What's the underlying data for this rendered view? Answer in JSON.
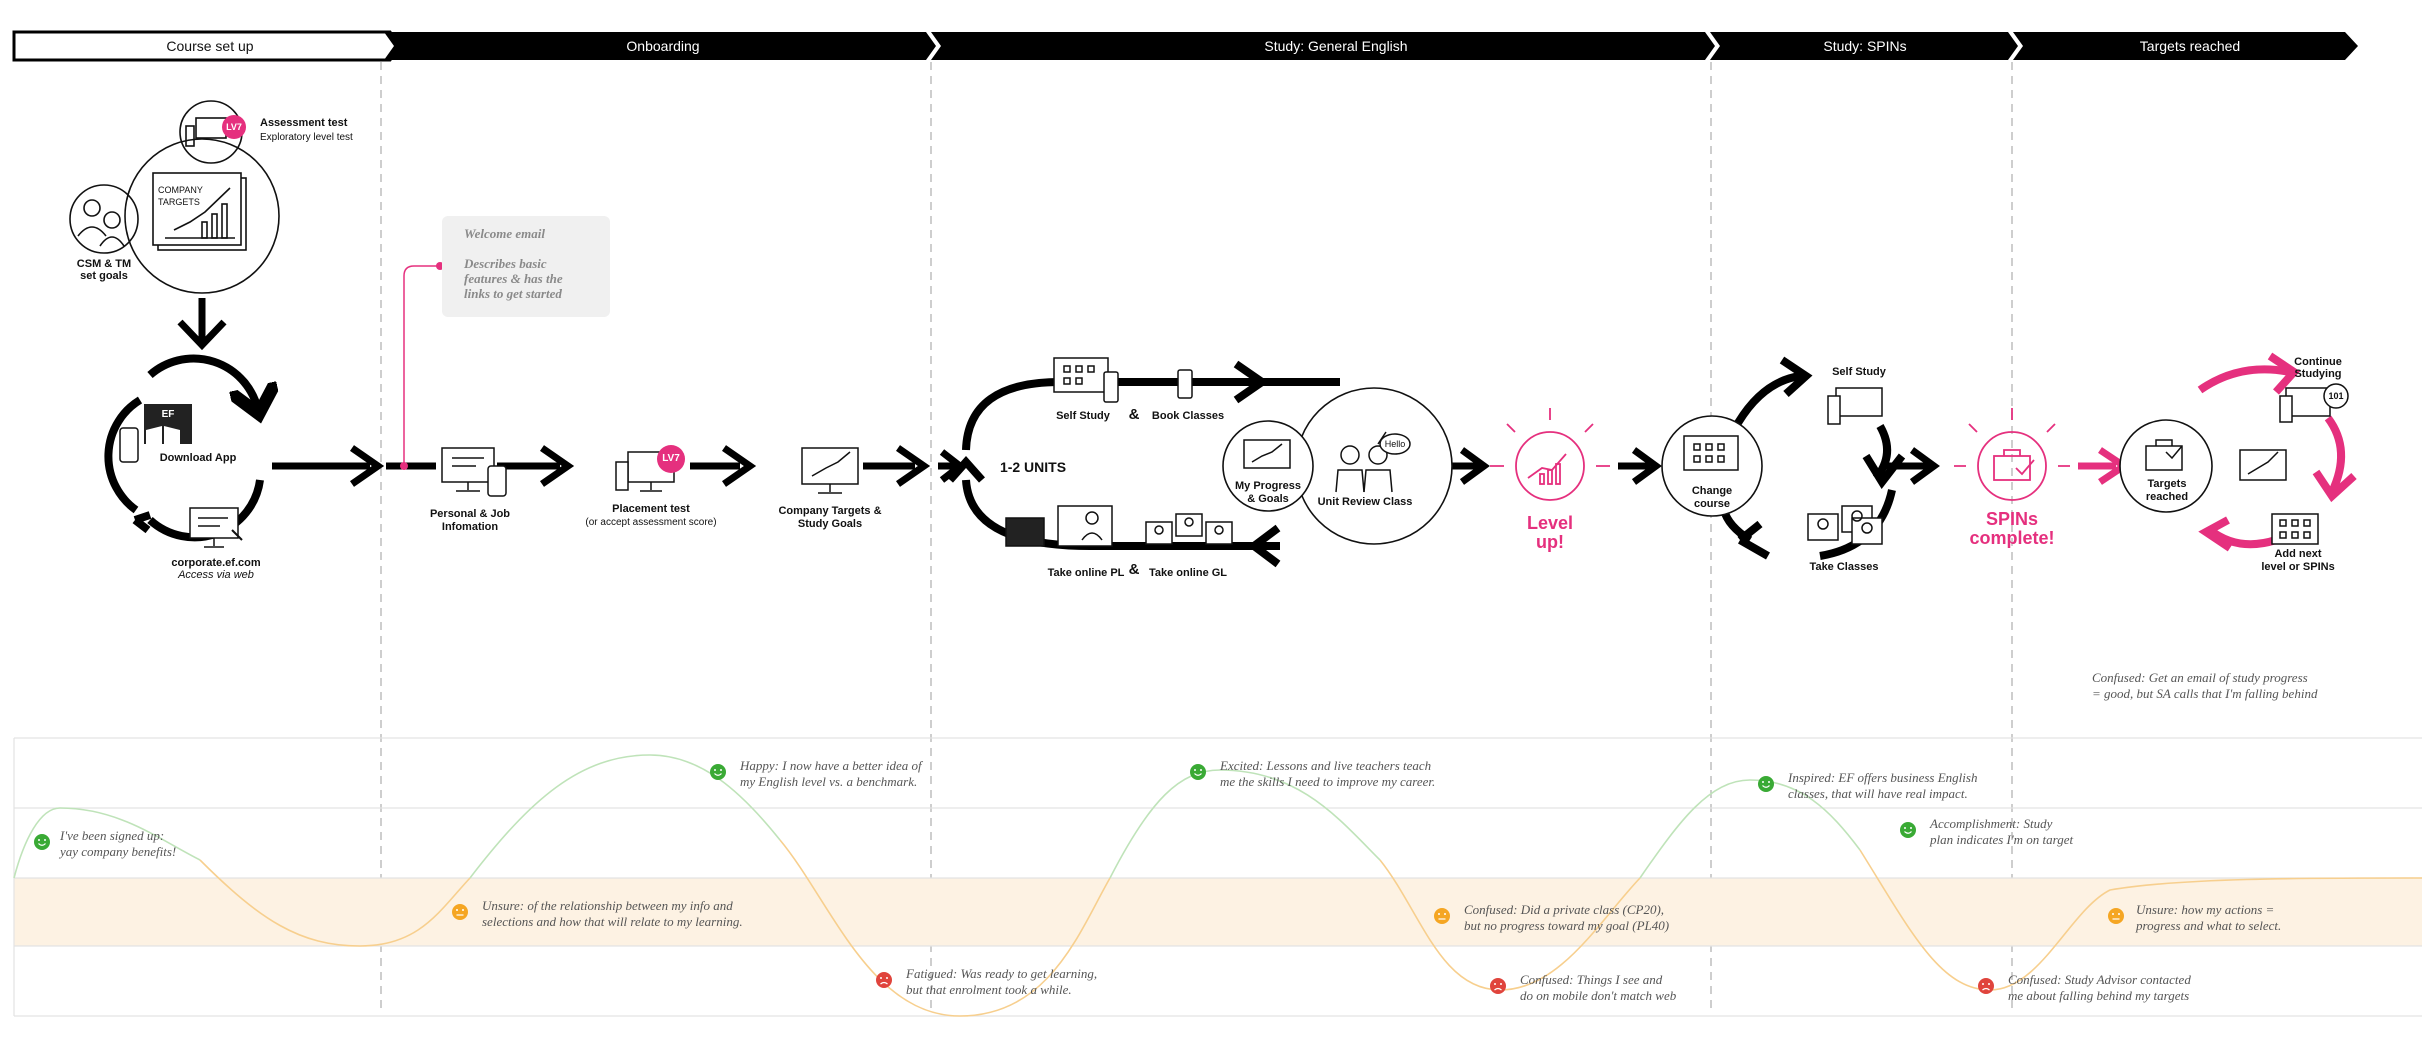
{
  "phases": [
    {
      "label": "Course set up"
    },
    {
      "label": "Onboarding"
    },
    {
      "label": "Study: General English"
    },
    {
      "label": "Study: SPINs"
    },
    {
      "label": "Targets reached"
    }
  ],
  "setup": {
    "assessment_title": "Assessment test",
    "assessment_sub": "Exploratory level test",
    "badge": "LV7",
    "company_targets_1": "COMPANY",
    "company_targets_2": "TARGETS",
    "csm_1": "CSM & TM",
    "csm_2": "set goals",
    "download_app": "Download App",
    "ef_logo": "EF",
    "corporate_url": "corporate.ef.com",
    "access_web": "Access via web"
  },
  "welcome": {
    "title": "Welcome email",
    "body_1": "Describes basic",
    "body_2": "features & has the",
    "body_3": "links to get started"
  },
  "onboarding": {
    "personal_1": "Personal & Job",
    "personal_2": "Infomation",
    "placement_1": "Placement test",
    "placement_2": "(or accept assessment score)",
    "badge": "LV7",
    "company_goals_1": "Company Targets &",
    "company_goals_2": "Study Goals"
  },
  "general_english": {
    "self_study": "Self Study",
    "amp": "&",
    "book_classes": "Book Classes",
    "units": "1-2 UNITS",
    "my_progress_1": "My Progress",
    "my_progress_2": "& Goals",
    "unit_review": "Unit Review Class",
    "hello": "Hello",
    "take_pl": "Take online PL",
    "take_gl": "Take online GL",
    "level_up_1": "Level",
    "level_up_2": "up!"
  },
  "spins": {
    "self_study": "Self Study",
    "change_1": "Change",
    "change_2": "course",
    "take_classes": "Take Classes",
    "complete_1": "SPINs",
    "complete_2": "complete!"
  },
  "targets": {
    "continue_1": "Continue",
    "continue_2": "Studying",
    "badge": "101",
    "targets_1": "Targets",
    "targets_2": "reached",
    "add_1": "Add next",
    "add_2": "level or SPINs"
  },
  "confused_top_1": "Confused:   Get an email of study progress",
  "confused_top_2": "= good, but SA calls that I'm falling behind",
  "emotions": [
    {
      "l1": "I've been signed up:",
      "l2": "yay company benefits!",
      "mood": "happy"
    },
    {
      "l1": "Unsure:   of the relationship between my info and",
      "l2": "selections and how that will relate to my learning.",
      "mood": "neutral"
    },
    {
      "l1": "Happy: I now have a better idea of",
      "l2": "my English level vs. a benchmark.",
      "mood": "happy"
    },
    {
      "l1": "Fatigued:  Was ready to get learning,",
      "l2": "but that enrolment took a while.",
      "mood": "sad"
    },
    {
      "l1": "Excited: Lessons and live teachers teach",
      "l2": "me the skills I need to improve my career.",
      "mood": "happy"
    },
    {
      "l1": "Confused:   Did a private class (CP20),",
      "l2": "but no progress toward my goal (PL40)",
      "mood": "neutral"
    },
    {
      "l1": "Confused:   Things I see and",
      "l2": "do on mobile don't match web",
      "mood": "sad"
    },
    {
      "l1": "Inspired: EF offers business English",
      "l2": "classes, that will have real impact.",
      "mood": "happy"
    },
    {
      "l1": "Accomplishment: Study",
      "l2": "plan indicates I'm on target",
      "mood": "happy"
    },
    {
      "l1": "Confused:   Study Advisor contacted",
      "l2": "me about falling behind my targets",
      "mood": "sad"
    },
    {
      "l1": "Unsure:  how my actions =",
      "l2": "progress and what to select.",
      "mood": "neutral"
    }
  ],
  "colors": {
    "happy": "#3aaa35",
    "neutral": "#f5a623",
    "sad": "#e0443c",
    "accent": "#e5307e"
  }
}
